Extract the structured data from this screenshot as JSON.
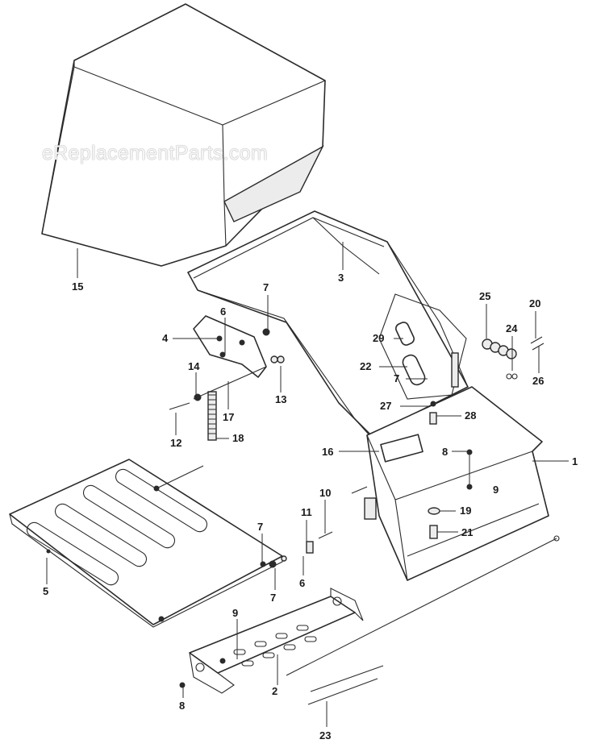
{
  "watermark": "eReplacementParts.com",
  "callouts": {
    "c1": "1",
    "c2": "2",
    "c3": "3",
    "c4": "4",
    "c5": "5",
    "c6a": "6",
    "c6b": "6",
    "c7a": "7",
    "c7b": "7",
    "c7c": "7",
    "c7d": "7",
    "c8a": "8",
    "c8b": "8",
    "c9a": "9",
    "c9b": "9",
    "c10": "10",
    "c11": "11",
    "c12": "12",
    "c13": "13",
    "c14": "14",
    "c15": "15",
    "c16": "16",
    "c17": "17",
    "c18": "18",
    "c19": "19",
    "c20": "20",
    "c21": "21",
    "c22": "22",
    "c23": "23",
    "c24": "24",
    "c25": "25",
    "c26": "26",
    "c27": "27",
    "c28": "28",
    "c29": "29"
  }
}
